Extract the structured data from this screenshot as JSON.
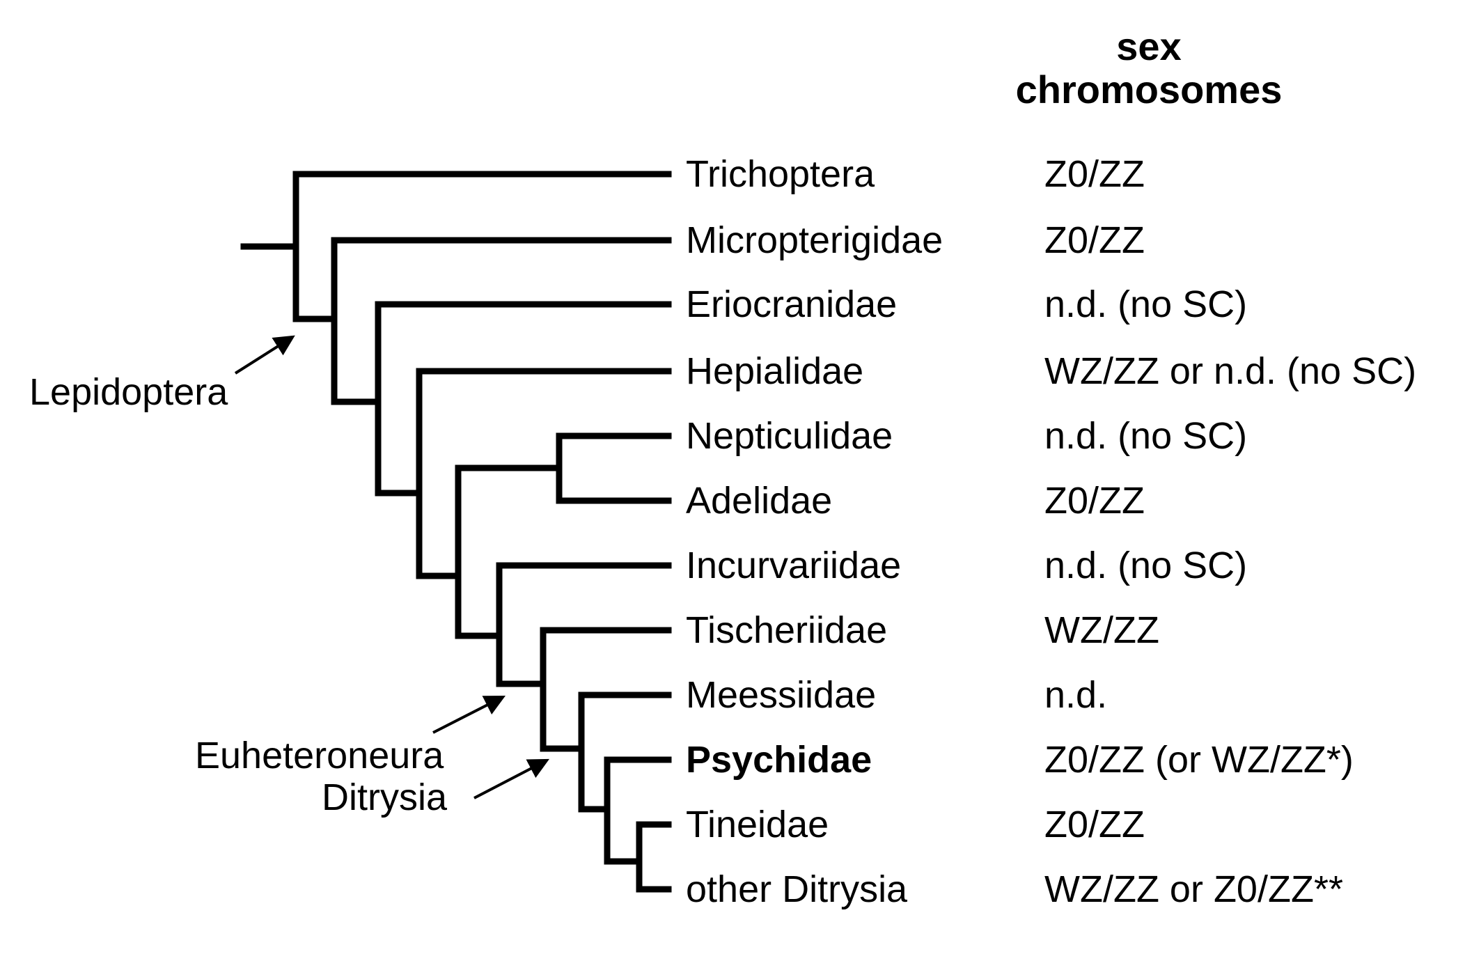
{
  "figure": {
    "type": "phylogenetic-cladogram",
    "background_color": "#ffffff",
    "line_color": "#000000",
    "column_header": {
      "line1": "sex",
      "line2": "chromosomes"
    },
    "clade_labels": {
      "lepidoptera": "Lepidoptera",
      "euheteroneura": "Euheteroneura",
      "ditrysia": "Ditrysia"
    },
    "rows": [
      {
        "taxon": "Trichoptera",
        "sex_chromosomes": "Z0/ZZ",
        "emphasis": false
      },
      {
        "taxon": "Micropterigidae",
        "sex_chromosomes": "Z0/ZZ",
        "emphasis": false
      },
      {
        "taxon": "Eriocranidae",
        "sex_chromosomes": "n.d. (no SC)",
        "emphasis": false
      },
      {
        "taxon": "Hepialidae",
        "sex_chromosomes": "WZ/ZZ or n.d. (no SC)",
        "emphasis": false
      },
      {
        "taxon": "Nepticulidae",
        "sex_chromosomes": "n.d. (no SC)",
        "emphasis": false
      },
      {
        "taxon": "Adelidae",
        "sex_chromosomes": "Z0/ZZ",
        "emphasis": false
      },
      {
        "taxon": "Incurvariidae",
        "sex_chromosomes": "n.d. (no SC)",
        "emphasis": false
      },
      {
        "taxon": "Tischeriidae",
        "sex_chromosomes": "WZ/ZZ",
        "emphasis": false
      },
      {
        "taxon": "Meessiidae",
        "sex_chromosomes": "n.d.",
        "emphasis": false
      },
      {
        "taxon": "Psychidae",
        "sex_chromosomes": "Z0/ZZ (or WZ/ZZ*)",
        "emphasis": true
      },
      {
        "taxon": "Tineidae",
        "sex_chromosomes": "Z0/ZZ",
        "emphasis": false
      },
      {
        "taxon": "other Ditrysia",
        "sex_chromosomes": "WZ/ZZ or Z0/ZZ**",
        "emphasis": false
      }
    ],
    "topology_newick": "(Trichoptera,(Micropterigidae,(Eriocranidae,(Hepialidae,((Nepticulidae,Adelidae),(Incurvariidae,(Tischeriidae,(Meessiidae,(Psychidae,(Tineidae,'other Ditrysia'))))))))))"
  }
}
